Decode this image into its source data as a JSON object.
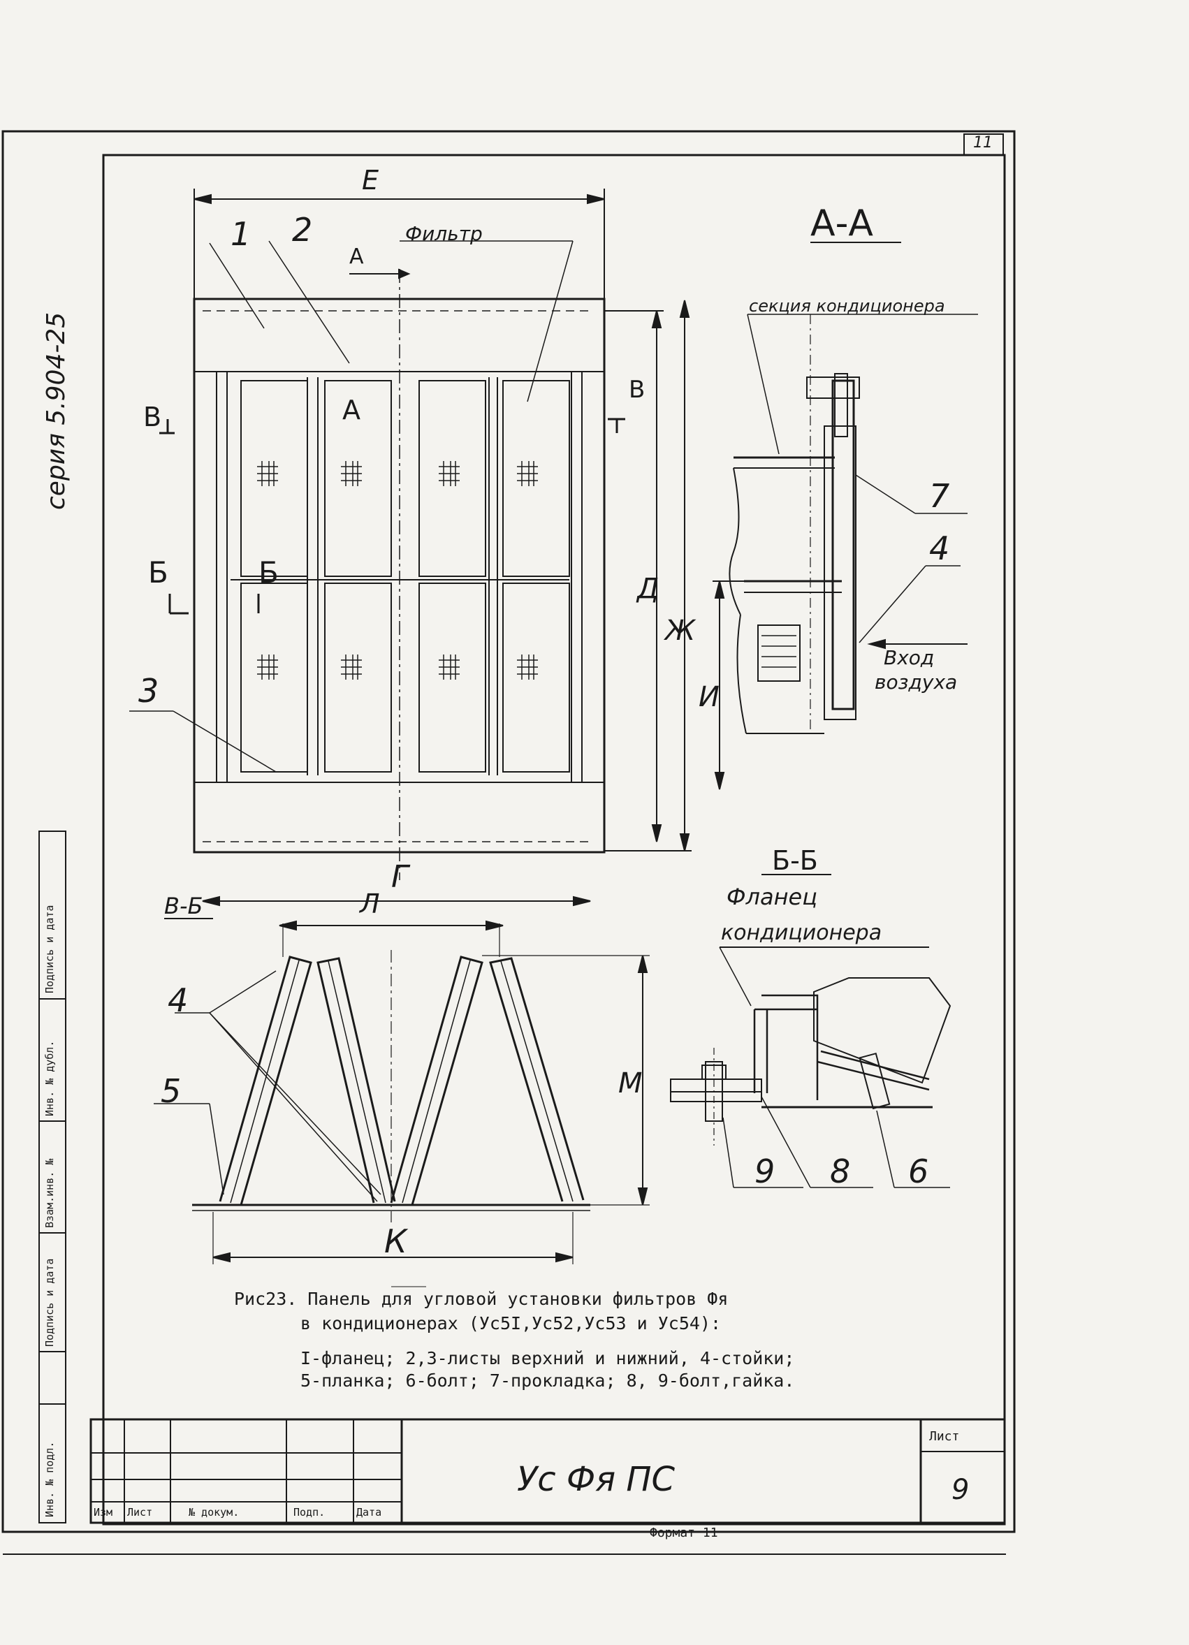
{
  "sheet": {
    "corner_number": "11",
    "series": "серия 5.904-25",
    "format": "Формат 11"
  },
  "labels": {
    "dim_e": "Е",
    "dim_g": "Г",
    "dim_d": "Д",
    "dim_zh": "Ж",
    "dim_i": "И",
    "dim_l": "Л",
    "dim_m": "М",
    "dim_k": "К",
    "pos1": "1",
    "pos2": "2",
    "pos3": "3",
    "pos4a": "4",
    "pos4b": "4",
    "pos5": "5",
    "pos6": "6",
    "pos7": "7",
    "pos8": "8",
    "pos9": "9",
    "filter": "Фильтр",
    "sec_a": "А",
    "sec_a_inner": "А",
    "sec_b_left": "Б",
    "sec_b_right": "Б",
    "sec_v_left": "В",
    "sec_v_right": "В",
    "view_aa": "А-А",
    "view_bb": "Б-Б",
    "view_vb": "В-Б",
    "section_conditioner": "секция кондиционера",
    "air_inlet_1": "Вход",
    "air_inlet_2": "воздуха",
    "flange_1": "Фланец",
    "flange_2": "кондиционера"
  },
  "caption": {
    "line1": "Рис23.  Панель для угловой установки фильтров Фя",
    "line2": "в кондиционерах (Ус5I,Ус52,Ус53 и Ус54):",
    "line3": "I-фланец; 2,3-листы верхний и нижний, 4-стойки;",
    "line4": "5-планка; 6-болт; 7-прокладка; 8, 9-болт,гайка."
  },
  "stamp": {
    "izm": "Изм",
    "list": "Лист",
    "doc_no": "№ докум.",
    "podp": "Подп.",
    "date": "Дата",
    "designation": "Ус Фя ПС",
    "sheet_label": "Лист",
    "sheet_no": "9"
  },
  "side_stamp": {
    "inv_podl": "Инв. № подл.",
    "podp_data1": "Подпись и дата",
    "vzam_inv": "Взам.инв. №",
    "inv_dubl": "Инв. № дубл.",
    "podp_data2": "Подпись и дата"
  }
}
